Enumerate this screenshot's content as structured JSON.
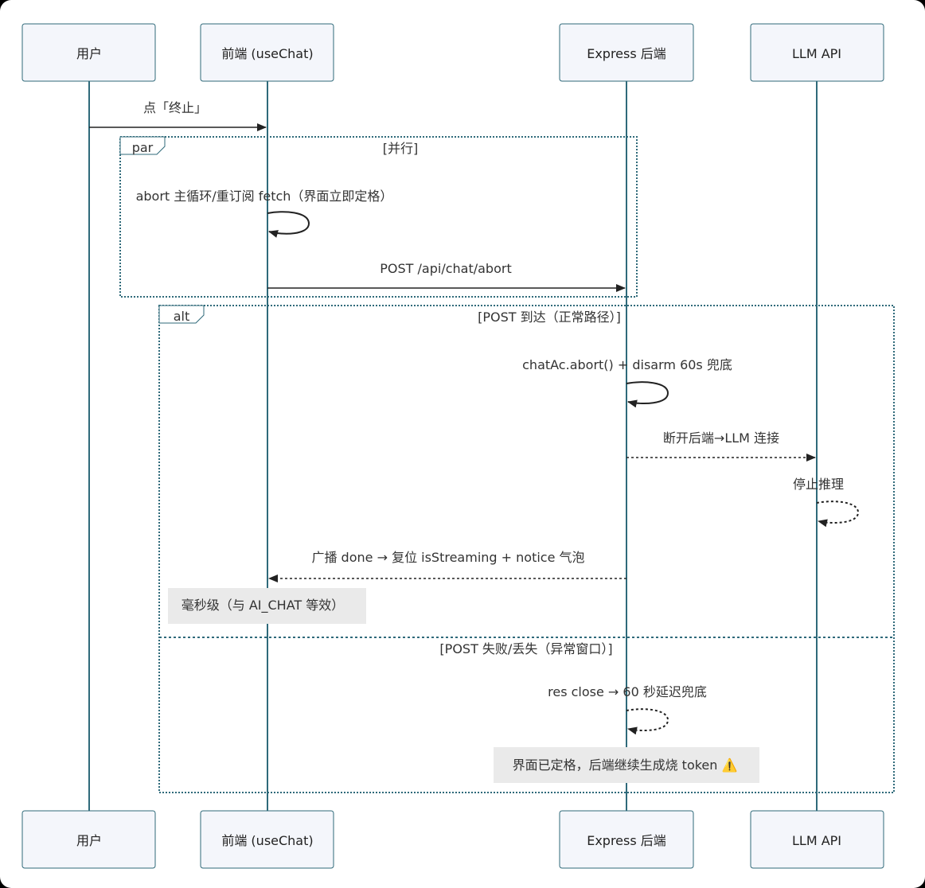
{
  "participants": [
    {
      "id": "user",
      "label": "用户"
    },
    {
      "id": "frontend",
      "label": "前端 (useChat)"
    },
    {
      "id": "backend",
      "label": "Express 后端"
    },
    {
      "id": "llm",
      "label": "LLM API"
    }
  ],
  "messages": [
    {
      "id": "click-abort",
      "text": "点「终止」",
      "style": "solid"
    },
    {
      "id": "abort-main-loop",
      "text": "abort 主循环/重订阅 fetch（界面立即定格）",
      "style": "solid"
    },
    {
      "id": "post-abort",
      "text": "POST /api/chat/abort",
      "style": "solid"
    },
    {
      "id": "chatac-abort",
      "text": "chatAc.abort() + disarm 60s 兜底",
      "style": "solid"
    },
    {
      "id": "disconnect-llm",
      "text": "断开后端→LLM 连接",
      "style": "dashed"
    },
    {
      "id": "stop-inference",
      "text": "停止推理",
      "style": "dashed"
    },
    {
      "id": "broadcast-done",
      "text": "广播 done → 复位 isStreaming + notice 气泡",
      "style": "dashed"
    },
    {
      "id": "res-close",
      "text": "res close → 60 秒延迟兜底",
      "style": "dashed"
    }
  ],
  "notes": [
    {
      "id": "millisecond-note",
      "text": "毫秒级（与 AI_CHAT 等效）"
    },
    {
      "id": "warning-note",
      "text": "界面已定格，后端继续生成烧 token ⚠️"
    }
  ],
  "fragments": {
    "par": {
      "keyword": "par",
      "condition": "[并行]"
    },
    "alt": {
      "keyword": "alt",
      "condition": "[POST 到达（正常路径）]",
      "else_condition": "[POST 失败/丢失（异常窗口）]"
    }
  },
  "colors": {
    "actor_fill": "#f4f6fb",
    "actor_border": "#2f6a7a",
    "lifeline": "#2f6a7a",
    "fragment_border": "#2f6a7a",
    "arrow": "#222222",
    "note_fill": "#eaeaea"
  }
}
